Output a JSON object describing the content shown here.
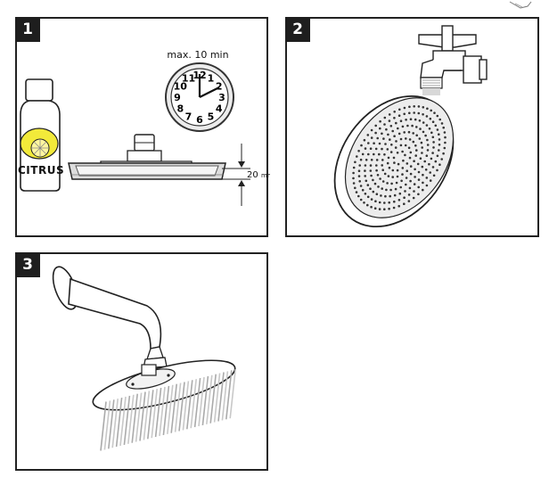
{
  "panels": [
    {
      "number": "1",
      "timer_label": "max. 10 min",
      "bottle_label": "CITRUS",
      "depth_value": "20",
      "depth_unit": "mm",
      "clock_numbers": [
        "12",
        "1",
        "2",
        "3",
        "4",
        "5",
        "6",
        "7",
        "8",
        "9",
        "10",
        "11"
      ]
    },
    {
      "number": "2"
    },
    {
      "number": "3"
    }
  ]
}
